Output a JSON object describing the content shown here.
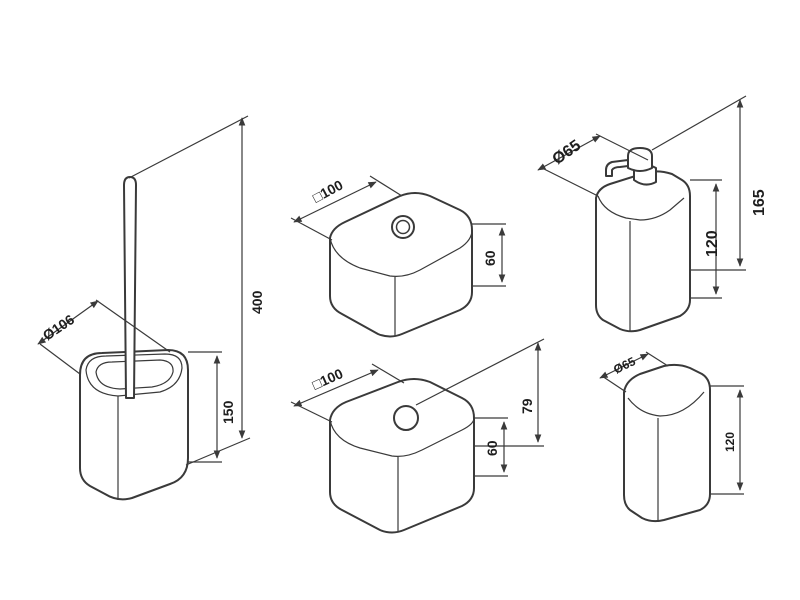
{
  "toilet_brush": {
    "diameter": "Ø106",
    "total_height": "400",
    "holder_height": "150"
  },
  "box_small": {
    "side": "□100",
    "height": "60"
  },
  "box_tall": {
    "side": "□100",
    "height": "60",
    "total_height": "79"
  },
  "soap_dispenser": {
    "diameter": "Ø65",
    "total_height": "165",
    "body_height": "120"
  },
  "tumbler": {
    "diameter": "Ø65",
    "height": "120"
  },
  "colors": {
    "line": "#3a3a3a",
    "background": "#ffffff"
  }
}
